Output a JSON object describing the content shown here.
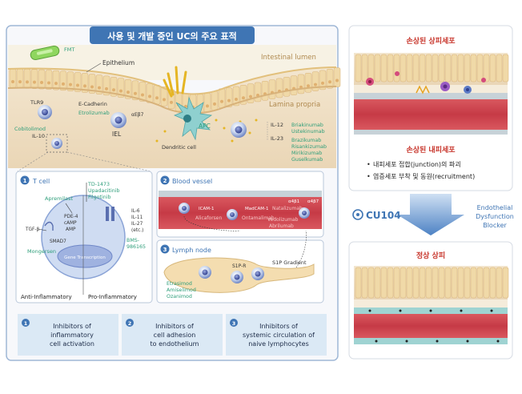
{
  "left_panel": {
    "title": "사용 및 개발 중인 UC의 주요 표적",
    "labels": {
      "fmt": "FMT",
      "epithelium": "Epithelium",
      "intestinal_lumen": "Intestinal lumen",
      "lamina_propria": "Lamina propria",
      "tlr9": "TLR9",
      "cobitolimod": "Cobitolimod",
      "e_cadherin": "E-Cadherin",
      "etrolizumab": "Etrolizumab",
      "a_e_b7": "αEβ7",
      "iel": "IEL",
      "apc": "APC",
      "dendritic_cell": "Dendritic cell",
      "il10": "IL-10",
      "il12": "IL-12",
      "il23": "IL-23"
    },
    "il12_drugs": [
      "Briakinumab",
      "Ustekinumab"
    ],
    "il23_drugs": [
      "Brazikumab",
      "Risankizumab",
      "Mirikizumab",
      "Guselkumab"
    ],
    "tcell": {
      "num": "1",
      "title": "T cell",
      "apremilast": "Apremilast",
      "pde4": "PDE-4",
      "camp": "cAMP",
      "amp": "AMP",
      "tgfb": "TGF-β",
      "smad7": "SMAD7",
      "mongersen": "Mongersen",
      "gene_transcription": "Gene Transcription",
      "jak_drugs": [
        "TD-1473",
        "Upadacitinib",
        "Filgotinib"
      ],
      "interleukins": [
        "IL-6",
        "IL-11",
        "IL-27",
        "(etc.)"
      ],
      "bms": [
        "BMS-",
        "986165"
      ],
      "anti": "Anti-Inflammatory",
      "pro": "Pro-Inflammatory"
    },
    "vessel": {
      "num": "2",
      "title": "Blood vessel",
      "icam": "ICAM-1",
      "alicaforsen": "Alicaforsen",
      "madcam": "MadCAM-1",
      "ontamalimab": "Ontamalimab",
      "a4b1": "α4β1",
      "natalizumab": "Natalizumab",
      "a4b7": "α4β7",
      "abrilumab_lines": [
        "Vedolizumab",
        "Abrilumab"
      ]
    },
    "lymph": {
      "num": "3",
      "title": "Lymph node",
      "s1pr": "S1P-R",
      "s1p_gradient": "S1P Gradient",
      "drugs": [
        "Etrasimod",
        "Amiselimod",
        "Ozanimod"
      ]
    },
    "bottom_boxes": [
      {
        "num": "1",
        "lines": [
          "Inhibitors of",
          "inflammatory",
          "cell activation"
        ]
      },
      {
        "num": "2",
        "lines": [
          "Inhibitors of",
          "cell adhesion",
          "to endothelium"
        ]
      },
      {
        "num": "3",
        "lines": [
          "Inhibitors of",
          "systemic circulation of",
          "naive lymphocytes"
        ]
      }
    ]
  },
  "right_panel": {
    "damaged_epithelium": "손상된 상피세포",
    "damaged_endothelium": "손상된 내피세포",
    "bullets": [
      "내피세포 접합(junction)의 파괴",
      "염증세포 부착 및 동원(recruitment)"
    ],
    "cu104": "CU104",
    "blocker_lines": [
      "Endothelial",
      "Dysfunction",
      "Blocker"
    ],
    "normal": "정상 상피"
  },
  "colors": {
    "accent_blue": "#3f75b4",
    "drug_green": "#2e9e7a",
    "title_red": "#c8372d",
    "light_blue_box": "#dbe9f5"
  }
}
